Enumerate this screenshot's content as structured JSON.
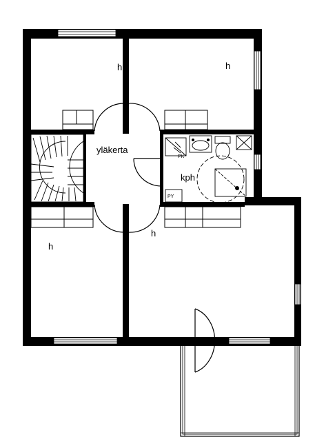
{
  "plan": {
    "labels": {
      "room_ne": "h",
      "room_nw": "h",
      "room_sw": "h",
      "room_se": "h",
      "hall": "yläkerta",
      "bathroom": "kph",
      "bath_fixture_a": "PK",
      "bath_fixture_b": "PY"
    }
  }
}
